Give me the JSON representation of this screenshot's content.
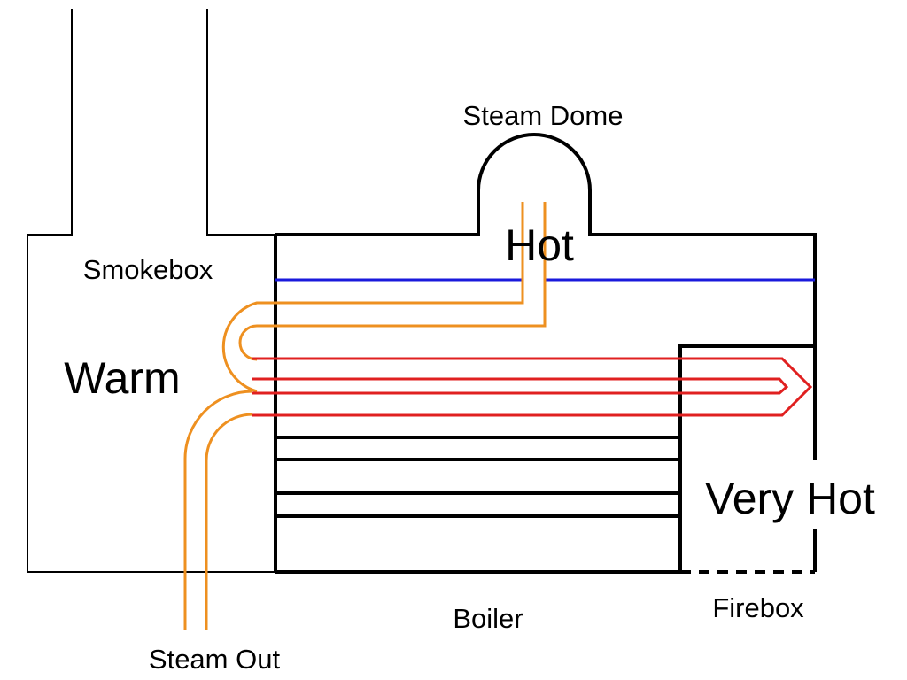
{
  "labels": {
    "steam_dome": "Steam Dome",
    "smokebox": "Smokebox",
    "hot": "Hot",
    "warm": "Warm",
    "very_hot": "Very Hot",
    "boiler": "Boiler",
    "firebox": "Firebox",
    "steam_out": "Steam Out"
  },
  "colors": {
    "water_line": "#1a1adc",
    "saturated_steam_pipe": "#ee9020",
    "superheated_steam_pipe": "#e02020",
    "structure": "#000000",
    "background": "#ffffff"
  }
}
